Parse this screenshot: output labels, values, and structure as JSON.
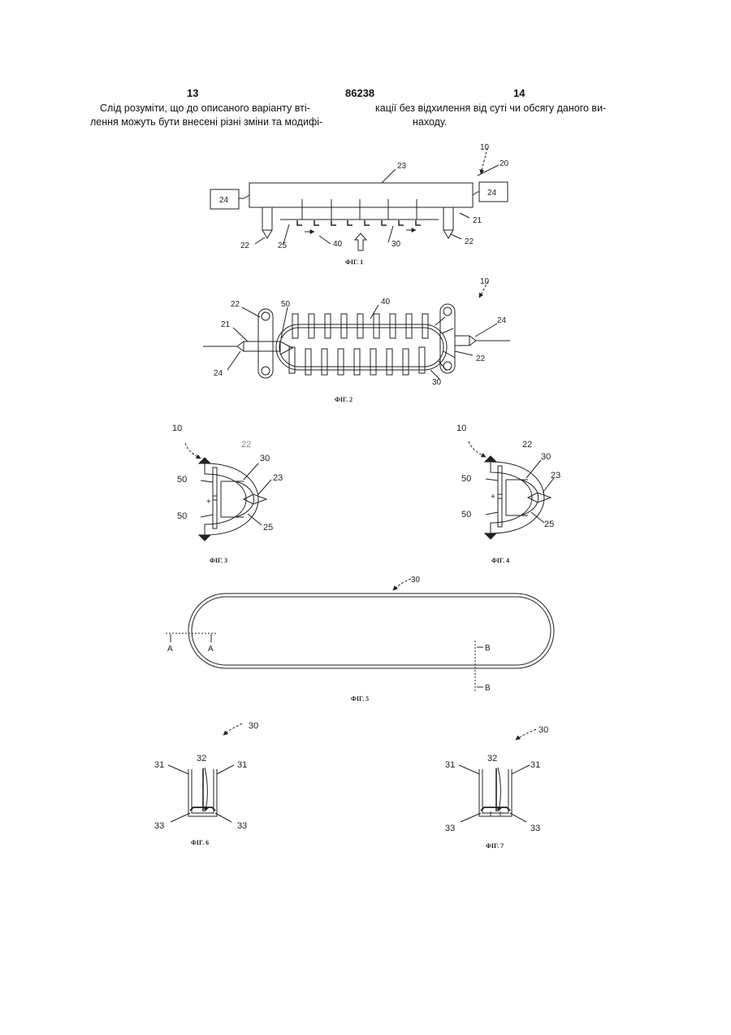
{
  "header": {
    "page_left": "13",
    "patent_number": "86238",
    "page_right": "14"
  },
  "text": {
    "left_line1": "Слід розуміти, що до описаного варіанту вті-",
    "left_line2": "лення можуть бути внесені різні зміни та модифі-",
    "right_line1": "кації без відхилення від суті чи обсягу даного ви-",
    "right_line2": "находу."
  },
  "figures": {
    "fig1": {
      "caption": "ФІГ. 1",
      "labels": {
        "l10": "10",
        "l20": "20",
        "l23": "23",
        "l24a": "24",
        "l24b": "24",
        "l21": "21",
        "l22a": "22",
        "l22b": "22",
        "l25": "25",
        "l40": "40",
        "l30": "30"
      }
    },
    "fig2": {
      "caption": "ФІГ. 2",
      "labels": {
        "l10": "10",
        "l22a": "22",
        "l50": "50",
        "l40": "40",
        "l24a": "24",
        "l21": "21",
        "l22b": "22",
        "l24b": "24",
        "l30": "30"
      }
    },
    "fig3": {
      "caption": "ФІГ. 3",
      "labels": {
        "l10": "10",
        "l22": "22",
        "l30": "30",
        "l23": "23",
        "l50a": "50",
        "l50b": "50",
        "l25": "25"
      }
    },
    "fig4": {
      "caption": "ФІГ. 4",
      "labels": {
        "l10": "10",
        "l22": "22",
        "l30": "30",
        "l23": "23",
        "l50a": "50",
        "l50b": "50",
        "l25": "25"
      }
    },
    "fig5": {
      "caption": "ФІГ. 5",
      "labels": {
        "l30": "30",
        "lA1": "A",
        "lA2": "A",
        "lB1": "B",
        "lB2": "B"
      }
    },
    "fig6": {
      "caption": "ФІГ. 6",
      "labels": {
        "l30": "30",
        "l32": "32",
        "l31a": "31",
        "l31b": "31",
        "l33a": "33",
        "l33b": "33"
      }
    },
    "fig7": {
      "caption": "ФІГ. 7",
      "labels": {
        "l30": "30",
        "l32": "32",
        "l31a": "31",
        "l31b": "31",
        "l33a": "33",
        "l33b": "33"
      }
    }
  }
}
